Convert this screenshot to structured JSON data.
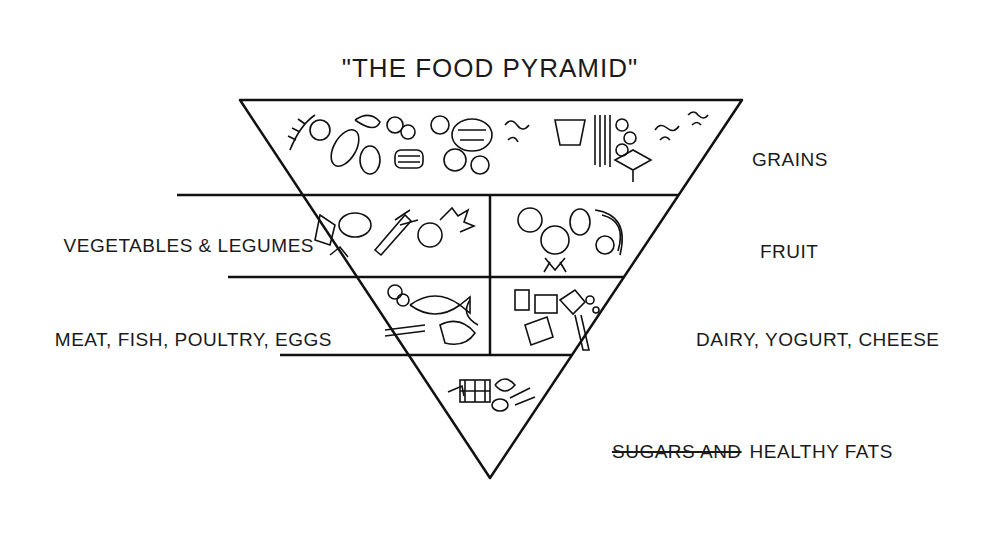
{
  "diagram": {
    "title": "\"THE FOOD PYRAMID\"",
    "labels": [
      "GRAINS",
      "VEGETABLES & LEGUMES",
      "FRUIT",
      "MEAT, FISH, POULTRY, EGGS",
      "DAIRY, YOGURT, CHEESE",
      "SUGARS AND",
      "HEALTHY FATS"
    ]
  }
}
